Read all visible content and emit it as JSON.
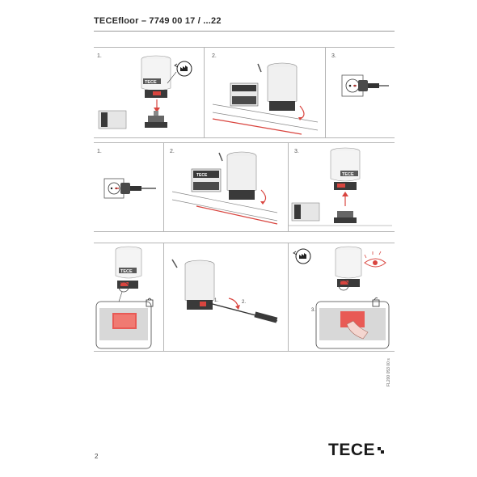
{
  "header": {
    "title": "TECEfloor – 7749 00 17 / ...22"
  },
  "steps": {
    "row1": [
      "1.",
      "2.",
      "3."
    ],
    "row2": [
      "1.",
      "2.",
      "3."
    ],
    "row3_sub": [
      "1.",
      "2."
    ],
    "row3_sub3": "3."
  },
  "brand_on_device": "TECE",
  "footer": {
    "page_number": "2",
    "document_ref": "FL200 053 00 s",
    "logo_text": "TECE"
  },
  "colors": {
    "accent_red": "#d9453f",
    "line": "#b5b5b5",
    "text": "#2a2a2a"
  }
}
